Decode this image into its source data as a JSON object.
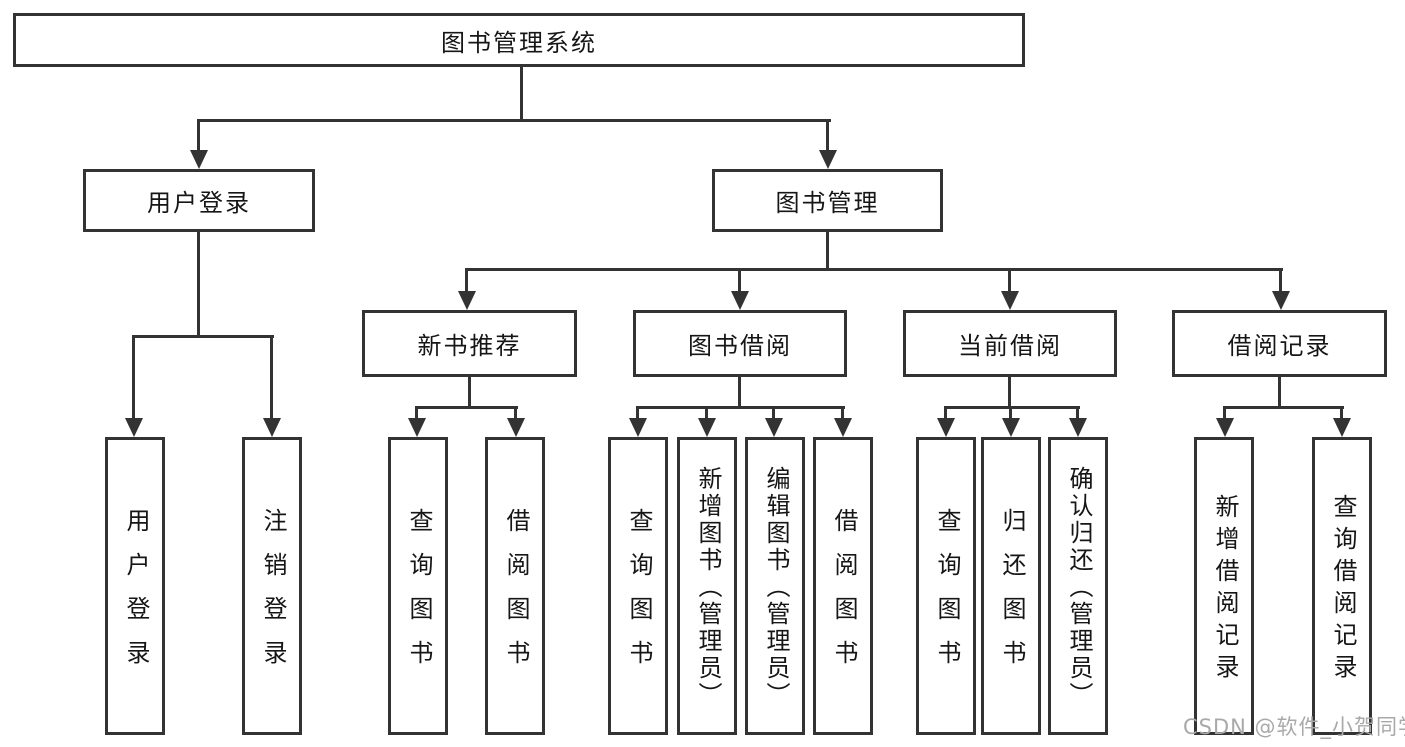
{
  "tree": {
    "label": "图书管理系统",
    "children": [
      {
        "label": "用户登录",
        "children": [
          {
            "label": "用户登录"
          },
          {
            "label": "注销登录"
          }
        ]
      },
      {
        "label": "图书管理",
        "children": [
          {
            "label": "新书推荐",
            "children": [
              {
                "label": "查询图书"
              },
              {
                "label": "借阅图书"
              }
            ]
          },
          {
            "label": "图书借阅",
            "children": [
              {
                "label": "查询图书"
              },
              {
                "label": "新增图书（管理员）"
              },
              {
                "label": "编辑图书（管理员）"
              },
              {
                "label": "借阅图书"
              }
            ]
          },
          {
            "label": "当前借阅",
            "children": [
              {
                "label": "查询图书"
              },
              {
                "label": "归还图书"
              },
              {
                "label": "确认归还（管理员）"
              }
            ]
          },
          {
            "label": "借阅记录",
            "children": [
              {
                "label": "新增借阅记录"
              },
              {
                "label": "查询借阅记录"
              }
            ]
          }
        ]
      }
    ]
  },
  "watermark": {
    "text": "CSDN @软件_小贺同学"
  },
  "colors": {
    "line": "#333333",
    "text": "#161616",
    "box_background": "#ffffff",
    "background": "#ffffff",
    "watermark": "#a9a9a9"
  }
}
